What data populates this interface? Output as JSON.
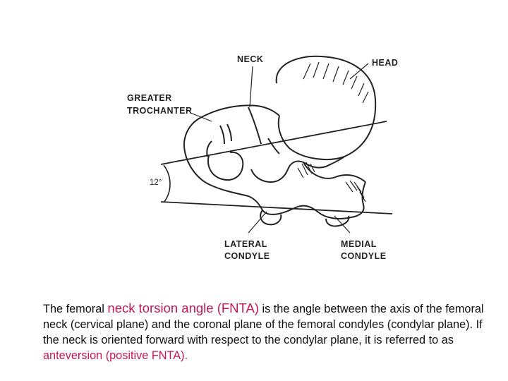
{
  "diagram": {
    "labels": {
      "neck": "NECK",
      "head": "HEAD",
      "greater": "GREATER",
      "trochanter": "TROCHANTER",
      "angle": "12°",
      "lateral": "LATERAL",
      "lateral_condyle": "CONDYLE",
      "medial": "MEDIAL",
      "medial_condyle": "CONDYLE"
    }
  },
  "caption": {
    "part1": "The femoral ",
    "term1": "neck torsion angle (FNTA)",
    "part2": " is the angle between the axis of the femoral neck (cervical plane) and the coronal plane of the femoral condyles (condylar plane). If the neck is oriented forward with respect to the condylar plane, it is referred to as ",
    "term2": "anteversion (positive FNTA).",
    "highlight_color": "#c2185b"
  }
}
